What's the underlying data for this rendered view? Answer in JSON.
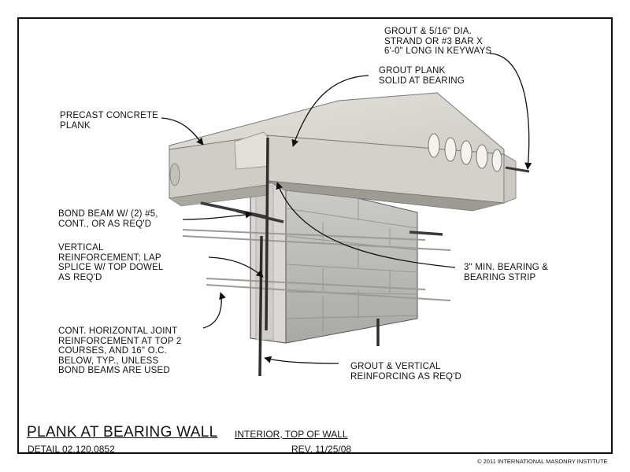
{
  "labels": {
    "grout_strand": "GROUT & 5/16\" DIA.\nSTRAND OR #3 BAR x\n6'-0\" LONG IN KEYWAYS",
    "grout_plank": "GROUT PLANK\nSOLID AT BEARING",
    "precast_plank": "PRECAST CONCRETE\nPLANK",
    "bond_beam": "BOND BEAM W/ (2) #5,\nCONT., OR AS REQ'D",
    "vertical_reinf": "VERTICAL\nREINFORCEMENT; LAP\nSPLICE W/ TOP DOWEL\nAS REQ'D",
    "bearing_strip": "3\" MIN. BEARING &\nBEARING STRIP",
    "horizontal_joint": "CONT. HORIZONTAL  JOINT\nREINFORCEMENT AT TOP 2\nCOURSES, AND 16\" O.C.\nBELOW, TYP., UNLESS\nBOND BEAMS ARE USED",
    "grout_vertical": "GROUT & VERTICAL\nREINFORCING AS REQ'D"
  },
  "title_block": {
    "title": "PLANK AT BEARING WALL",
    "subtitle": "INTERIOR, TOP OF WALL",
    "detail": "DETAIL 02.120.0852",
    "revision": "REV. 11/25/08"
  },
  "copyright": "© 2011 INTERNATIONAL MASONRY INSTITUTE",
  "colors": {
    "concrete_top": "#d8d7cf",
    "concrete_side": "#c6c5bc",
    "concrete_shadow": "#9c9b93",
    "block_face": "#bfbfbd",
    "block_side": "#d7d6d2",
    "rebar": "#3a3a3a",
    "wire": "#9a9a98"
  }
}
